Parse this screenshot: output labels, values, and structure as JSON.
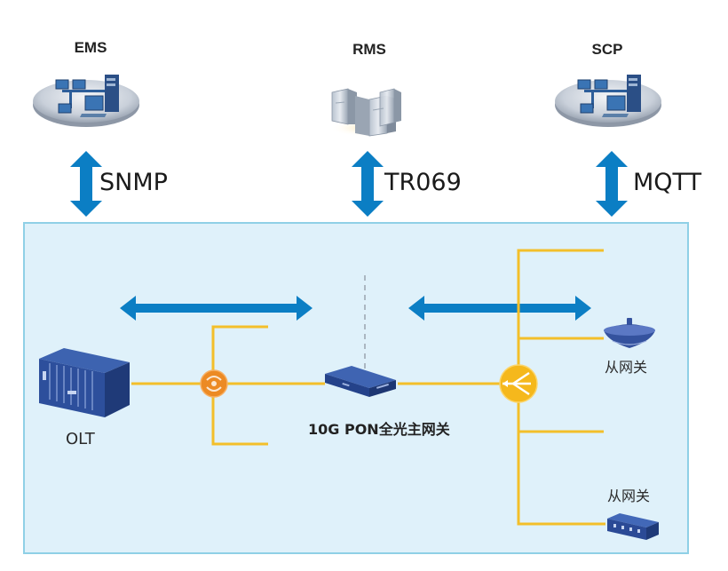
{
  "systems": [
    {
      "id": "ems",
      "title": "EMS",
      "icon": "network-workstations-icon",
      "protocol": "SNMP"
    },
    {
      "id": "rms",
      "title": "RMS",
      "icon": "server-cluster-icon",
      "protocol": "TR069"
    },
    {
      "id": "scp",
      "title": "SCP",
      "icon": "network-workstations-icon",
      "protocol": "MQTT"
    }
  ],
  "network": {
    "olt_label": "OLT",
    "main_gateway_label": "10G PON全光主网关",
    "sub_gateway_top_label": "从网关",
    "sub_gateway_bottom_label": "从网关"
  },
  "colors": {
    "panel_fill": "#dff1fa",
    "panel_border": "#8fd0e6",
    "arrow_blue": "#0b7ec4",
    "fiber_yellow": "#f3bf2a",
    "splitter_orange": "#ec8a24",
    "splitter_yellow": "#f5b81c",
    "device_blue": "#2f4f9a"
  }
}
